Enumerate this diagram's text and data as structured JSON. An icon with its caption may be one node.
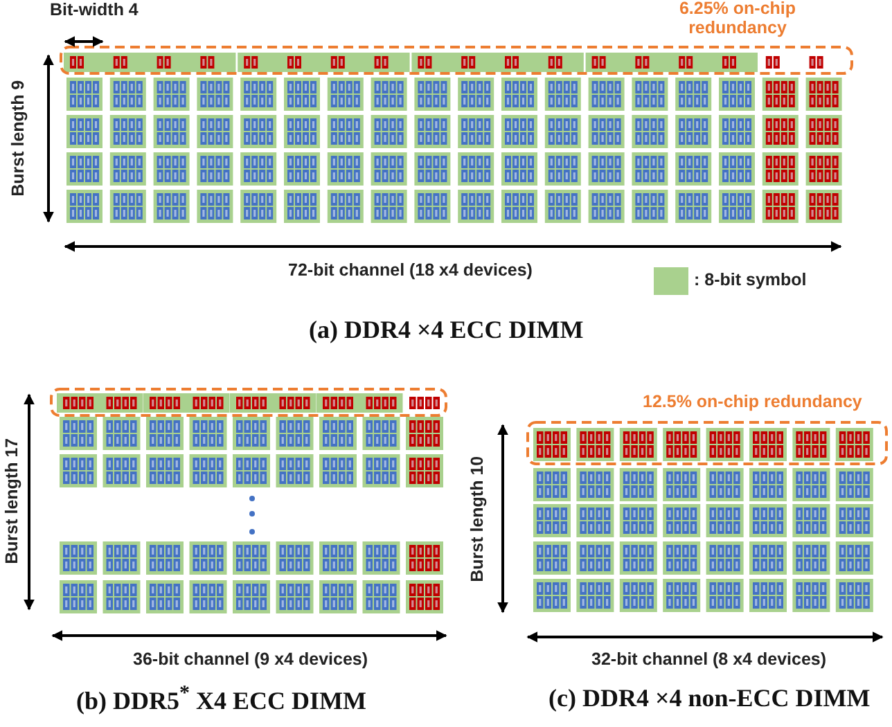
{
  "diagram": {
    "labels": [
      "Bit-width 4",
      "6.25% on-chip redundancy",
      "Burst length 9",
      "72-bit channel (18 x4 devices)",
      "(a) DDR4 ×4 ECC DIMM",
      "Burst length 17",
      "36-bit channel (9 x4 devices)",
      "(b) DDR5$^{*}$ X4 ECC DIMM",
      "12.5% on-chip redundancy",
      "Burst length 10",
      "32-bit channel (8 x4 devices)",
      "(c) DDR4 ×4 non-ECC DIMM"
    ],
    "legend": [
      {
        "text": ": 8-bit symbol",
        "color": "#a9d18e"
      }
    ]
  }
}
